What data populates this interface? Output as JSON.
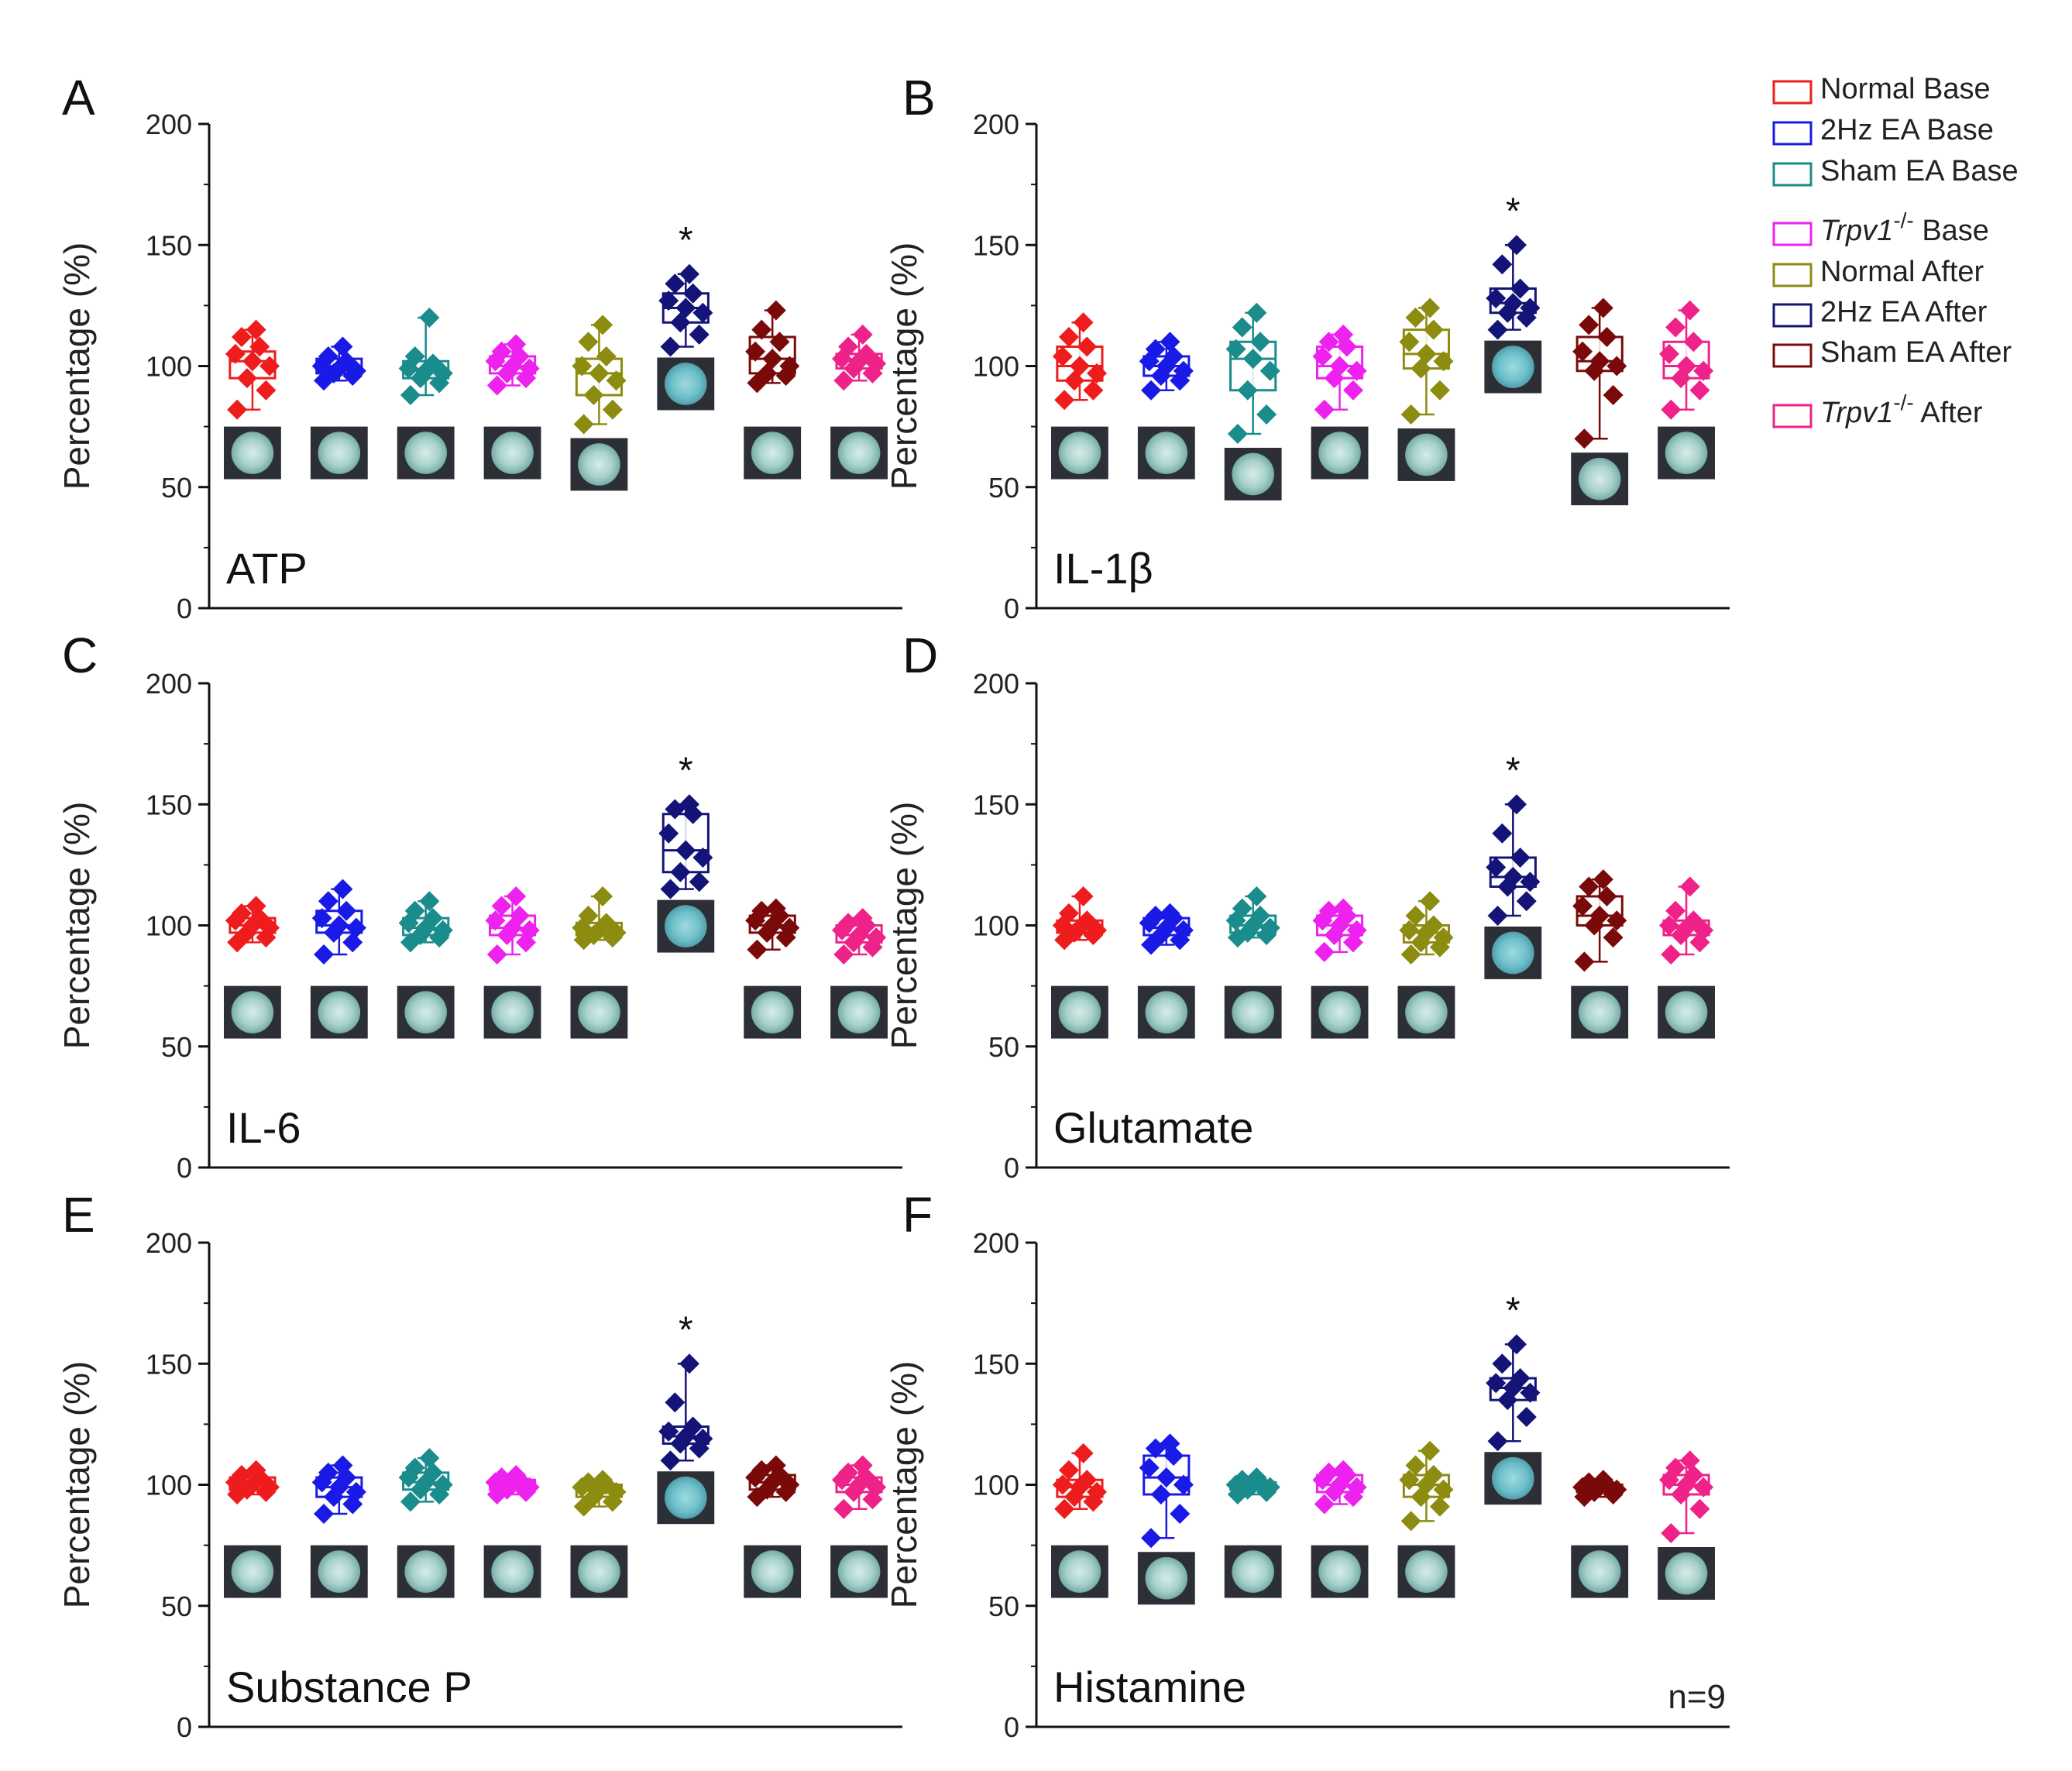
{
  "figure": {
    "ylabel": "Percentage (%)",
    "note": "n=9",
    "significance_mark": "*",
    "yticks": [
      "0",
      "50",
      "100",
      "150",
      "200"
    ]
  },
  "legend": [
    {
      "label": "Normal Base",
      "color": "#ee1c1c"
    },
    {
      "label": "2Hz EA Base",
      "color": "#1a1ae6"
    },
    {
      "label": "Sham EA Base",
      "color": "#1a8c8c"
    },
    {
      "label_italic": "Trpv1",
      "label_sup": "-/-",
      "label_rest": " Base",
      "color": "#ee22ee"
    },
    {
      "label": "Normal After",
      "color": "#8c8c10"
    },
    {
      "label": "2Hz EA After",
      "color": "#141478"
    },
    {
      "label": "Sham EA After",
      "color": "#7a0a0a"
    },
    {
      "label_italic": "Trpv1",
      "label_sup": "-/-",
      "label_rest": " After",
      "color": "#ee2288"
    }
  ],
  "chart_data": [
    {
      "type": "box",
      "panel": "A",
      "title": "ATP",
      "ylabel": "Percentage (%)",
      "ylim": [
        0,
        200
      ],
      "series": [
        {
          "name": "Normal Base",
          "min": 82,
          "q1": 95,
          "median": 102,
          "q3": 106,
          "max": 115,
          "points": [
            82,
            90,
            95,
            100,
            102,
            105,
            108,
            112,
            115
          ]
        },
        {
          "name": "2Hz EA Base",
          "min": 94,
          "q1": 97,
          "median": 99,
          "q3": 103,
          "max": 108,
          "points": [
            94,
            96,
            97,
            98,
            99,
            100,
            102,
            104,
            108
          ]
        },
        {
          "name": "Sham EA Base",
          "min": 88,
          "q1": 95,
          "median": 98,
          "q3": 102,
          "max": 120,
          "points": [
            88,
            93,
            95,
            97,
            98,
            99,
            101,
            104,
            120
          ]
        },
        {
          "name": "Trpv1-/- Base",
          "min": 92,
          "q1": 97,
          "median": 100,
          "q3": 104,
          "max": 109,
          "points": [
            92,
            95,
            97,
            99,
            100,
            102,
            104,
            106,
            109
          ]
        },
        {
          "name": "Normal After",
          "min": 76,
          "q1": 88,
          "median": 97,
          "q3": 103,
          "max": 117,
          "points": [
            76,
            82,
            88,
            94,
            97,
            100,
            104,
            110,
            117
          ]
        },
        {
          "name": "2Hz EA After",
          "min": 108,
          "q1": 118,
          "median": 124,
          "q3": 130,
          "max": 138,
          "points": [
            108,
            113,
            118,
            122,
            124,
            127,
            130,
            134,
            138
          ]
        },
        {
          "name": "Sham EA After",
          "min": 93,
          "q1": 97,
          "median": 103,
          "q3": 112,
          "max": 123,
          "points": [
            93,
            96,
            97,
            100,
            103,
            106,
            110,
            115,
            123
          ]
        },
        {
          "name": "Trpv1-/- After",
          "min": 94,
          "q1": 99,
          "median": 102,
          "q3": 105,
          "max": 113,
          "points": [
            94,
            97,
            99,
            101,
            102,
            103,
            105,
            108,
            113
          ]
        }
      ]
    },
    {
      "type": "box",
      "panel": "B",
      "title": "IL-1β",
      "ylabel": "Percentage (%)",
      "ylim": [
        0,
        200
      ],
      "series": [
        {
          "name": "Normal Base",
          "min": 86,
          "q1": 94,
          "median": 100,
          "q3": 108,
          "max": 118,
          "points": [
            86,
            90,
            94,
            97,
            100,
            104,
            108,
            112,
            118
          ]
        },
        {
          "name": "2Hz EA Base",
          "min": 90,
          "q1": 96,
          "median": 100,
          "q3": 104,
          "max": 110,
          "points": [
            90,
            94,
            96,
            98,
            100,
            102,
            104,
            107,
            110
          ]
        },
        {
          "name": "Sham EA Base",
          "min": 72,
          "q1": 90,
          "median": 103,
          "q3": 110,
          "max": 122,
          "points": [
            72,
            80,
            90,
            98,
            103,
            107,
            110,
            116,
            122
          ]
        },
        {
          "name": "Trpv1-/- Base",
          "min": 82,
          "q1": 95,
          "median": 100,
          "q3": 108,
          "max": 113,
          "points": [
            82,
            90,
            95,
            98,
            100,
            104,
            108,
            110,
            113
          ]
        },
        {
          "name": "Normal After",
          "min": 80,
          "q1": 99,
          "median": 105,
          "q3": 115,
          "max": 124,
          "points": [
            80,
            90,
            99,
            102,
            105,
            110,
            115,
            120,
            124
          ]
        },
        {
          "name": "2Hz EA After",
          "min": 115,
          "q1": 122,
          "median": 126,
          "q3": 132,
          "max": 150,
          "points": [
            115,
            120,
            122,
            124,
            126,
            128,
            132,
            142,
            150
          ]
        },
        {
          "name": "Sham EA After",
          "min": 70,
          "q1": 98,
          "median": 102,
          "q3": 112,
          "max": 124,
          "points": [
            70,
            88,
            98,
            100,
            102,
            106,
            112,
            117,
            124
          ]
        },
        {
          "name": "Trpv1-/- After",
          "min": 82,
          "q1": 95,
          "median": 100,
          "q3": 110,
          "max": 123,
          "points": [
            82,
            90,
            95,
            98,
            100,
            105,
            110,
            116,
            123
          ]
        }
      ]
    },
    {
      "type": "box",
      "panel": "C",
      "title": "IL-6",
      "ylabel": "Percentage (%)",
      "ylim": [
        0,
        200
      ],
      "series": [
        {
          "name": "Normal Base",
          "min": 93,
          "q1": 97,
          "median": 100,
          "q3": 103,
          "max": 108,
          "points": [
            93,
            95,
            97,
            99,
            100,
            102,
            103,
            105,
            108
          ]
        },
        {
          "name": "2Hz EA Base",
          "min": 88,
          "q1": 97,
          "median": 100,
          "q3": 106,
          "max": 115,
          "points": [
            88,
            93,
            97,
            99,
            100,
            103,
            106,
            110,
            115
          ]
        },
        {
          "name": "Sham EA Base",
          "min": 93,
          "q1": 96,
          "median": 99,
          "q3": 103,
          "max": 110,
          "points": [
            93,
            95,
            96,
            98,
            99,
            101,
            103,
            106,
            110
          ]
        },
        {
          "name": "Trpv1-/- Base",
          "min": 88,
          "q1": 96,
          "median": 99,
          "q3": 104,
          "max": 112,
          "points": [
            88,
            93,
            96,
            98,
            99,
            102,
            104,
            108,
            112
          ]
        },
        {
          "name": "Normal After",
          "min": 94,
          "q1": 96,
          "median": 98,
          "q3": 101,
          "max": 112,
          "points": [
            94,
            95,
            96,
            97,
            98,
            99,
            101,
            104,
            112
          ]
        },
        {
          "name": "2Hz EA After",
          "min": 115,
          "q1": 122,
          "median": 131,
          "q3": 146,
          "max": 150,
          "points": [
            115,
            118,
            122,
            128,
            131,
            138,
            146,
            148,
            150
          ]
        },
        {
          "name": "Sham EA After",
          "min": 90,
          "q1": 97,
          "median": 100,
          "q3": 104,
          "max": 107,
          "points": [
            90,
            95,
            97,
            99,
            100,
            102,
            104,
            106,
            107
          ]
        },
        {
          "name": "Trpv1-/- After",
          "min": 88,
          "q1": 93,
          "median": 96,
          "q3": 100,
          "max": 103,
          "points": [
            88,
            91,
            93,
            95,
            96,
            98,
            100,
            101,
            103
          ]
        }
      ]
    },
    {
      "type": "box",
      "panel": "D",
      "title": "Glutamate",
      "ylabel": "Percentage (%)",
      "ylim": [
        0,
        200
      ],
      "series": [
        {
          "name": "Normal Base",
          "min": 94,
          "q1": 97,
          "median": 99,
          "q3": 102,
          "max": 112,
          "points": [
            94,
            96,
            97,
            98,
            99,
            100,
            102,
            105,
            112
          ]
        },
        {
          "name": "2Hz EA Base",
          "min": 92,
          "q1": 96,
          "median": 99,
          "q3": 103,
          "max": 105,
          "points": [
            92,
            94,
            96,
            98,
            99,
            101,
            103,
            104,
            105
          ]
        },
        {
          "name": "Sham EA Base",
          "min": 95,
          "q1": 97,
          "median": 100,
          "q3": 104,
          "max": 112,
          "points": [
            95,
            96,
            97,
            99,
            100,
            102,
            104,
            107,
            112
          ]
        },
        {
          "name": "Trpv1-/- Base",
          "min": 89,
          "q1": 96,
          "median": 100,
          "q3": 104,
          "max": 107,
          "points": [
            89,
            93,
            96,
            98,
            100,
            102,
            104,
            106,
            107
          ]
        },
        {
          "name": "Normal After",
          "min": 88,
          "q1": 93,
          "median": 97,
          "q3": 100,
          "max": 110,
          "points": [
            88,
            91,
            93,
            95,
            97,
            98,
            100,
            104,
            110
          ]
        },
        {
          "name": "2Hz EA After",
          "min": 104,
          "q1": 116,
          "median": 120,
          "q3": 128,
          "max": 150,
          "points": [
            104,
            110,
            116,
            118,
            120,
            124,
            128,
            138,
            150
          ]
        },
        {
          "name": "Sham EA After",
          "min": 85,
          "q1": 100,
          "median": 104,
          "q3": 112,
          "max": 119,
          "points": [
            85,
            95,
            100,
            102,
            104,
            108,
            112,
            116,
            119
          ]
        },
        {
          "name": "Trpv1-/- After",
          "min": 88,
          "q1": 96,
          "median": 99,
          "q3": 102,
          "max": 116,
          "points": [
            88,
            93,
            96,
            98,
            99,
            100,
            102,
            106,
            116
          ]
        }
      ]
    },
    {
      "type": "box",
      "panel": "E",
      "title": "Substance P",
      "ylabel": "Percentage (%)",
      "ylim": [
        0,
        200
      ],
      "series": [
        {
          "name": "Normal Base",
          "min": 96,
          "q1": 98,
          "median": 100,
          "q3": 103,
          "max": 106,
          "points": [
            96,
            97,
            98,
            99,
            100,
            101,
            103,
            104,
            106
          ]
        },
        {
          "name": "2Hz EA Base",
          "min": 88,
          "q1": 95,
          "median": 99,
          "q3": 103,
          "max": 108,
          "points": [
            88,
            92,
            95,
            97,
            99,
            101,
            103,
            105,
            108
          ]
        },
        {
          "name": "Sham EA Base",
          "min": 93,
          "q1": 98,
          "median": 101,
          "q3": 105,
          "max": 111,
          "points": [
            93,
            96,
            98,
            100,
            101,
            103,
            105,
            107,
            111
          ]
        },
        {
          "name": "Trpv1-/- Base",
          "min": 96,
          "q1": 98,
          "median": 100,
          "q3": 102,
          "max": 104,
          "points": [
            96,
            97,
            98,
            99,
            100,
            101,
            102,
            103,
            104
          ]
        },
        {
          "name": "Normal After",
          "min": 91,
          "q1": 95,
          "median": 98,
          "q3": 100,
          "max": 102,
          "points": [
            91,
            93,
            95,
            97,
            98,
            99,
            100,
            101,
            102
          ]
        },
        {
          "name": "2Hz EA After",
          "min": 110,
          "q1": 117,
          "median": 120,
          "q3": 124,
          "max": 150,
          "points": [
            110,
            115,
            117,
            119,
            120,
            122,
            124,
            134,
            150
          ]
        },
        {
          "name": "Sham EA After",
          "min": 95,
          "q1": 98,
          "median": 101,
          "q3": 104,
          "max": 108,
          "points": [
            95,
            97,
            98,
            100,
            101,
            103,
            104,
            106,
            108
          ]
        },
        {
          "name": "Trpv1-/- After",
          "min": 90,
          "q1": 97,
          "median": 100,
          "q3": 103,
          "max": 108,
          "points": [
            90,
            94,
            97,
            99,
            100,
            102,
            103,
            105,
            108
          ]
        }
      ]
    },
    {
      "type": "box",
      "panel": "F",
      "title": "Histamine",
      "ylabel": "Percentage (%)",
      "ylim": [
        0,
        200
      ],
      "series": [
        {
          "name": "Normal Base",
          "min": 90,
          "q1": 95,
          "median": 99,
          "q3": 102,
          "max": 113,
          "points": [
            90,
            93,
            95,
            97,
            99,
            100,
            102,
            106,
            113
          ]
        },
        {
          "name": "2Hz EA Base",
          "min": 78,
          "q1": 96,
          "median": 103,
          "q3": 112,
          "max": 117,
          "points": [
            78,
            88,
            96,
            100,
            103,
            107,
            112,
            115,
            117
          ]
        },
        {
          "name": "Sham EA Base",
          "min": 96,
          "q1": 98,
          "median": 100,
          "q3": 101,
          "max": 103,
          "points": [
            96,
            97,
            98,
            99,
            100,
            100,
            101,
            102,
            103
          ]
        },
        {
          "name": "Trpv1-/- Base",
          "min": 92,
          "q1": 97,
          "median": 100,
          "q3": 104,
          "max": 106,
          "points": [
            92,
            95,
            97,
            99,
            100,
            102,
            104,
            105,
            106
          ]
        },
        {
          "name": "Normal After",
          "min": 85,
          "q1": 95,
          "median": 100,
          "q3": 104,
          "max": 114,
          "points": [
            85,
            91,
            95,
            98,
            100,
            102,
            104,
            108,
            114
          ]
        },
        {
          "name": "2Hz EA After",
          "min": 118,
          "q1": 135,
          "median": 140,
          "q3": 144,
          "max": 158,
          "points": [
            118,
            128,
            135,
            138,
            140,
            142,
            144,
            150,
            158
          ]
        },
        {
          "name": "Sham EA After",
          "min": 95,
          "q1": 97,
          "median": 99,
          "q3": 100,
          "max": 102,
          "points": [
            95,
            96,
            97,
            98,
            99,
            99,
            100,
            101,
            102
          ]
        },
        {
          "name": "Trpv1-/- After",
          "min": 80,
          "q1": 96,
          "median": 100,
          "q3": 104,
          "max": 110,
          "points": [
            80,
            90,
            96,
            99,
            100,
            102,
            104,
            107,
            110
          ]
        }
      ]
    }
  ]
}
